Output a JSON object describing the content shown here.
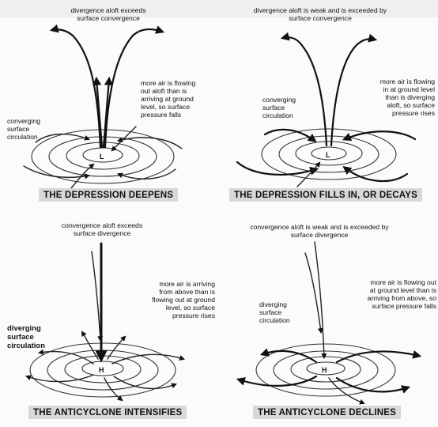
{
  "panels": [
    {
      "id": "depression-deepens",
      "top_note": [
        "divergence aloft exceeds",
        "surface convergence"
      ],
      "side_note": [
        "more air is flowing",
        "out aloft than is",
        "arriving at ground",
        "level, so surface",
        "pressure falls"
      ],
      "left_note": [
        "converging",
        "surface",
        "circulation"
      ],
      "center_label": "L",
      "caption": "THE DEPRESSION DEEPENS"
    },
    {
      "id": "depression-fills",
      "top_note": [
        "divergence aloft is weak and is exceeded by",
        "surface convergence"
      ],
      "side_note": [
        "more air is flowing",
        "in at ground level",
        "than is diverging",
        "aloft, so surface",
        "pressure rises"
      ],
      "left_note": [
        "converging",
        "surface",
        "circulation"
      ],
      "center_label": "L",
      "caption": "THE DEPRESSION FILLS IN, OR DECAYS"
    },
    {
      "id": "anticyclone-intensifies",
      "top_note": [
        "convergence aloft exceeds",
        "surface divergence"
      ],
      "side_note": [
        "more air is arriving",
        "from above than is",
        "flowing out at ground",
        "level, so surface",
        "pressure rises"
      ],
      "left_note": [
        "diverging",
        "surface",
        "circulation"
      ],
      "center_label": "H",
      "caption": "THE ANTICYCLONE INTENSIFIES"
    },
    {
      "id": "anticyclone-declines",
      "top_note": [
        "convergence aloft is weak and is exceeded by",
        "surface divergence"
      ],
      "side_note": [
        "more air is flowing out",
        "at ground level than is",
        "arriving from above, so",
        "surface pressure falls"
      ],
      "left_note": [
        "diverging",
        "surface",
        "circulation"
      ],
      "center_label": "H",
      "caption": "THE ANTICYCLONE DECLINES"
    }
  ],
  "colors": {
    "caption_bg": "#d8d8d8",
    "ink": "#111111",
    "paper": "#fbfbfb"
  }
}
